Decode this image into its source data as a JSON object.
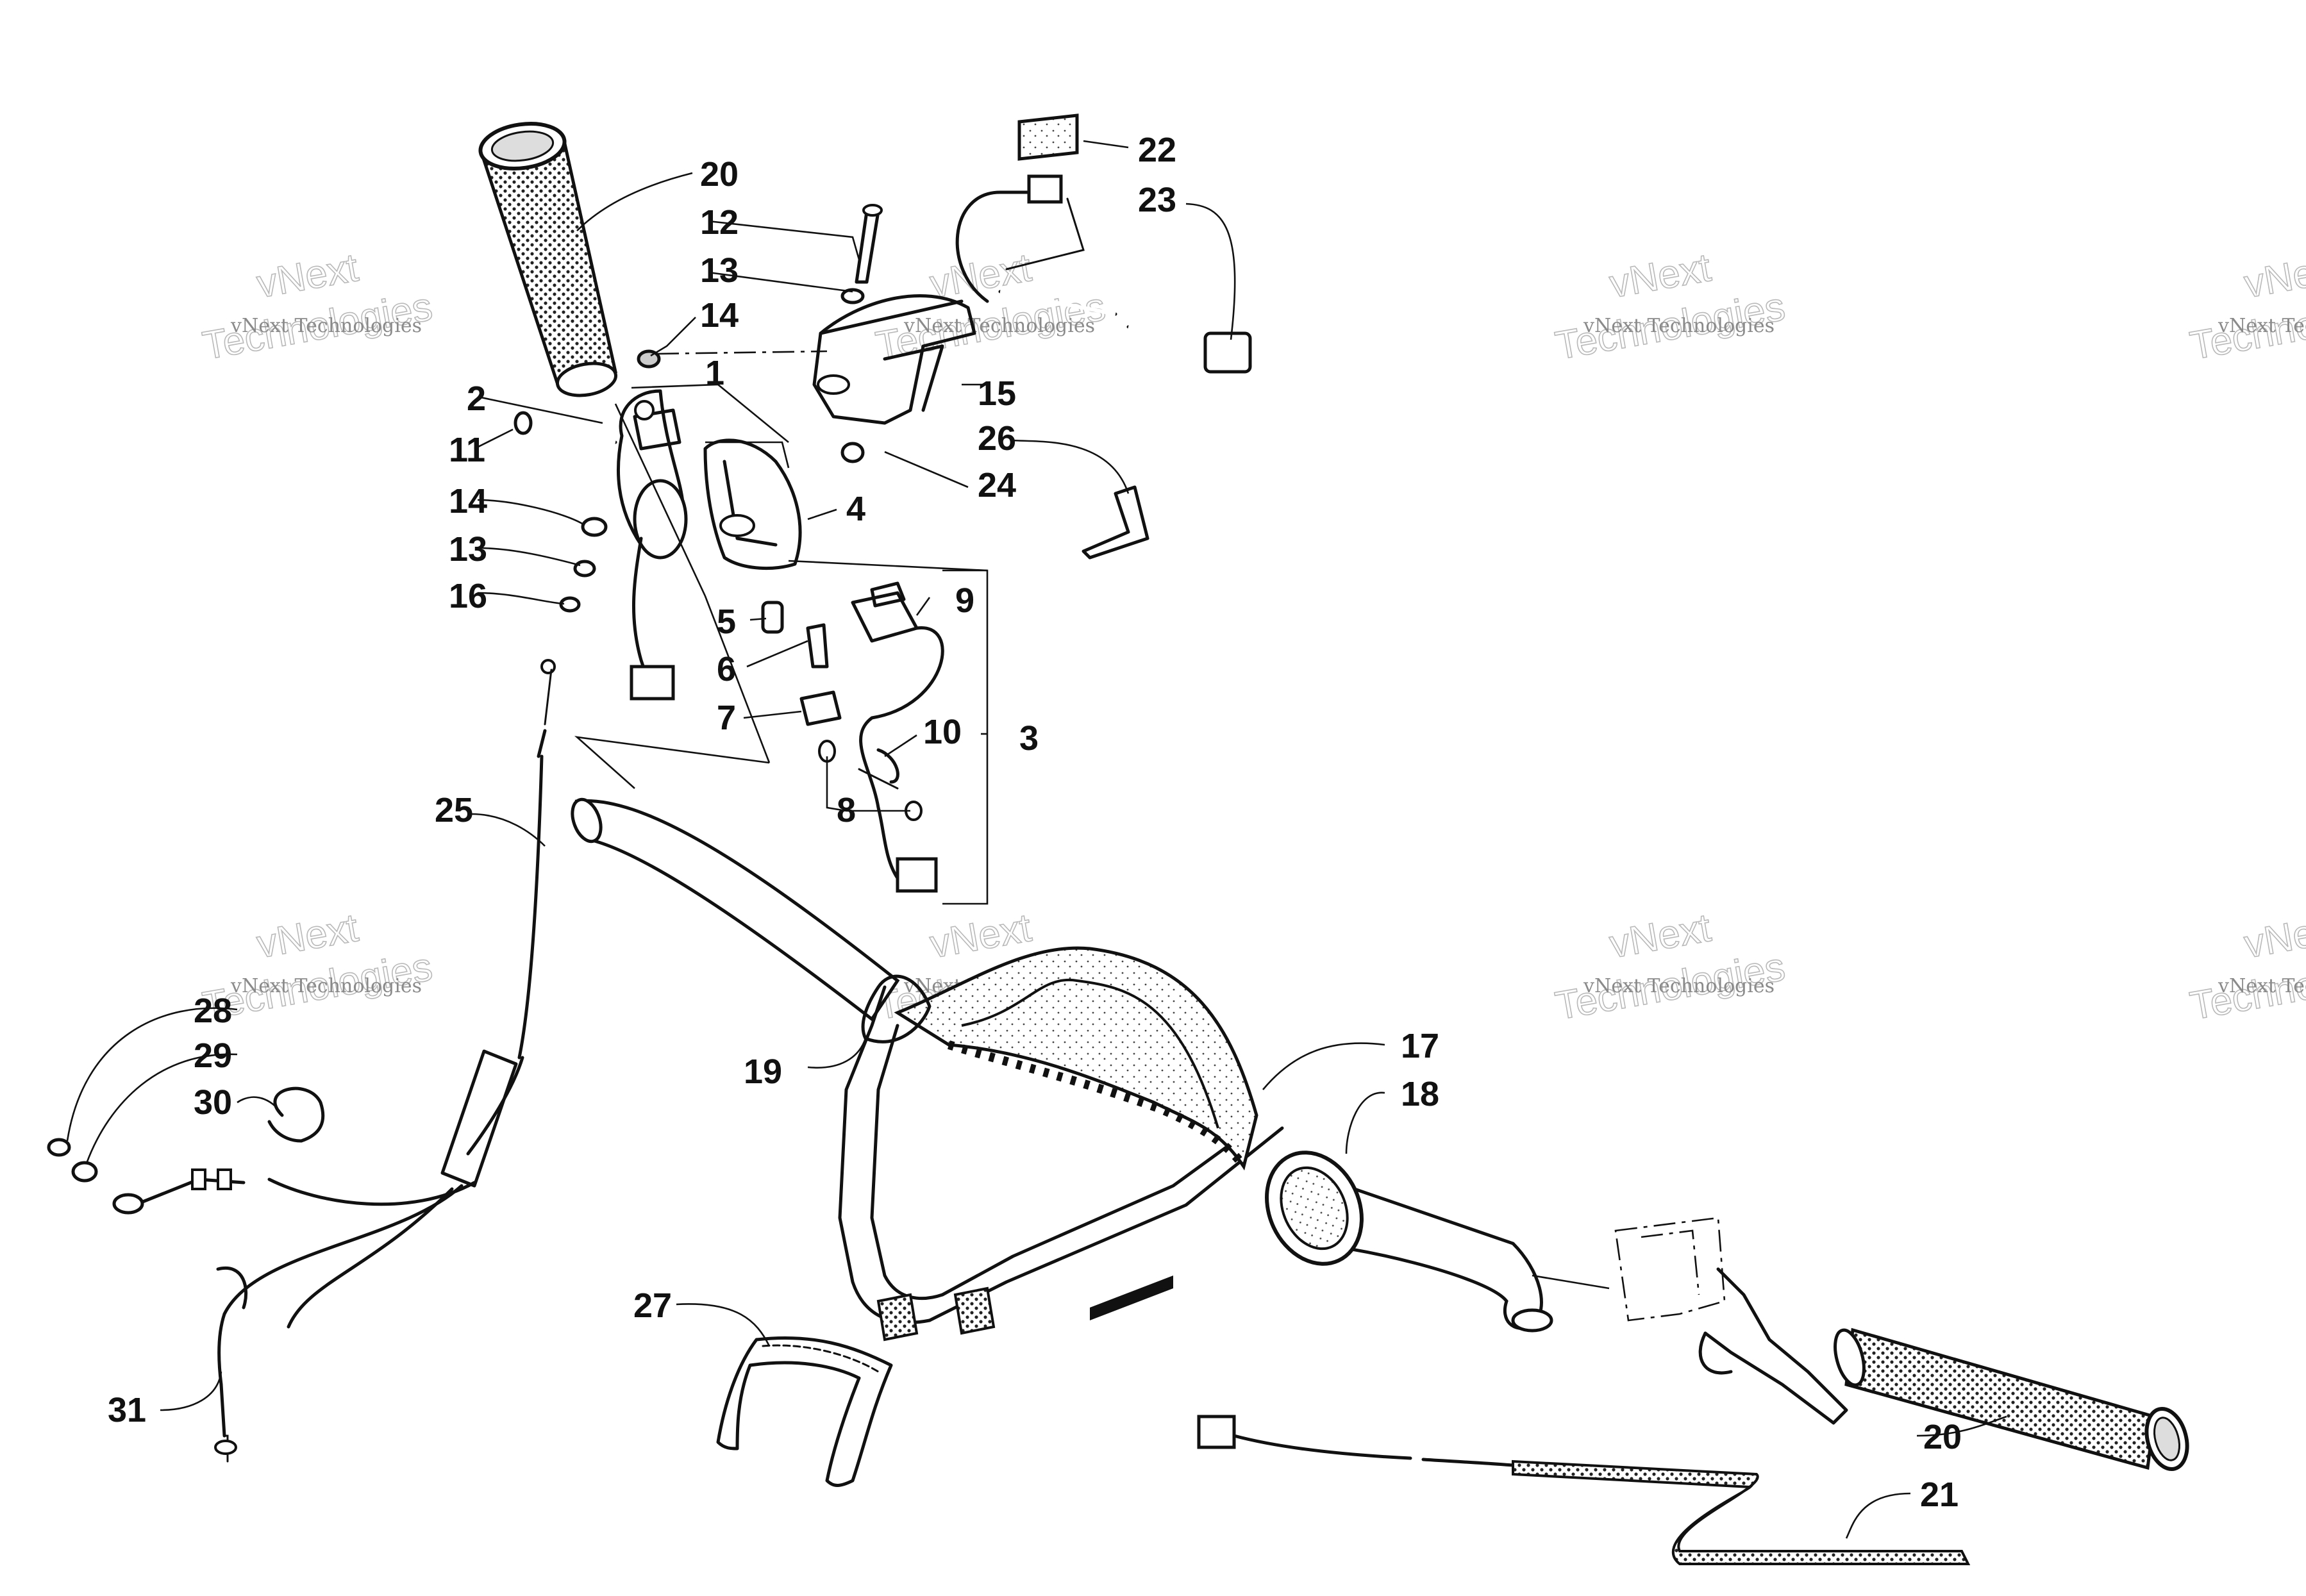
{
  "diagram": {
    "watermark": {
      "line1": "vNext Technologies",
      "line2": "vNext",
      "line3": "Technologies"
    },
    "callouts": [
      "20",
      "12",
      "13",
      "14",
      "1",
      "2",
      "11",
      "14",
      "13",
      "16",
      "22",
      "23",
      "15",
      "26",
      "24",
      "4",
      "5",
      "6",
      "7",
      "8",
      "9",
      "10",
      "3",
      "25",
      "28",
      "29",
      "30",
      "31",
      "19",
      "17",
      "18",
      "27",
      "20",
      "21"
    ]
  }
}
